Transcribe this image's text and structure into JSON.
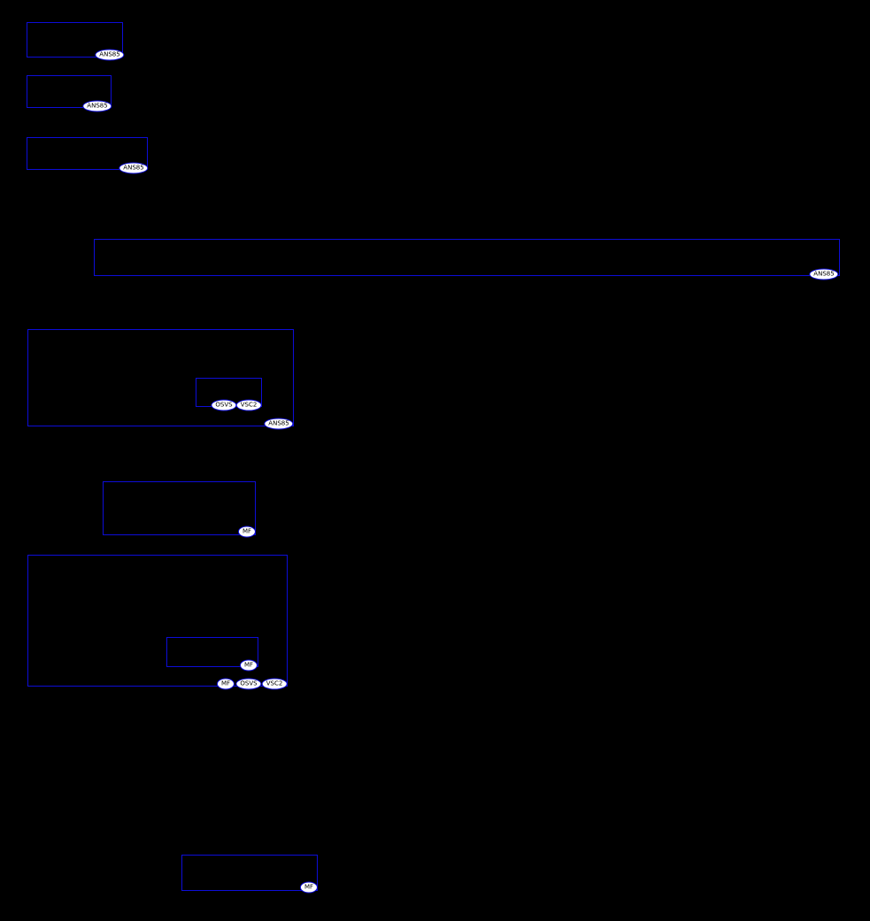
{
  "theme": {
    "background_color": "#000000",
    "box_border_color": "#0d0dd8",
    "badge_background_color": "#ffffff",
    "badge_border_color": "#0d0dd8",
    "badge_text_color": "#000000"
  },
  "syntax_boxes": [
    {
      "id": 1,
      "badges": [
        "ANS85"
      ]
    },
    {
      "id": 2,
      "badges": [
        "ANS85"
      ]
    },
    {
      "id": 3,
      "badges": [
        "ANS85"
      ]
    },
    {
      "id": 4,
      "badges": [
        "ANS85"
      ]
    },
    {
      "id": 5,
      "badges": [
        "ANS85"
      ],
      "inner_box": {
        "badges": [
          "OSVS",
          "VSC2"
        ]
      }
    },
    {
      "id": 6,
      "badges": [
        "MF"
      ]
    },
    {
      "id": 7,
      "badges": [
        "MF",
        "OSVS",
        "VSC2"
      ],
      "inner_box": {
        "badges": [
          "MF"
        ]
      }
    },
    {
      "id": 8,
      "badges": [
        "MF"
      ]
    }
  ]
}
